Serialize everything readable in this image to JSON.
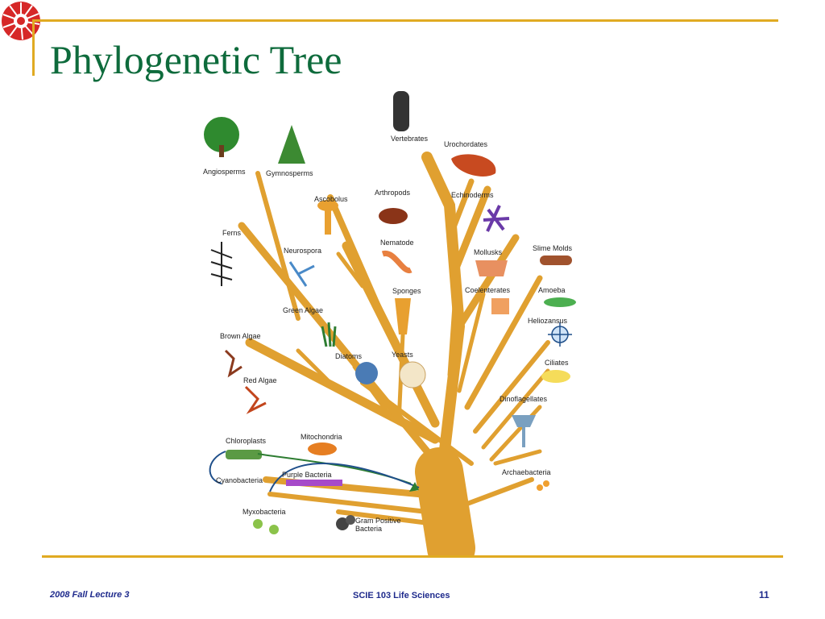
{
  "slide": {
    "title": "Phylogenetic Tree",
    "footer_left": "2008 Fall Lecture 3",
    "footer_center": "SCIE 103 Life Sciences",
    "page_number": "11"
  },
  "colors": {
    "title": "#0e6b3c",
    "rule": "#e0aa22",
    "footer": "#1e2a8c",
    "trunk": "#e0a030",
    "logo": "#d62828"
  },
  "tree_labels": {
    "vertebrates": "Vertebrates",
    "urochordates": "Urochordates",
    "angiosperms": "Angiosperms",
    "gymnosperms": "Gymnosperms",
    "ascobolus": "Ascobolus",
    "arthropods": "Arthropods",
    "echinoderms": "Echinoderms",
    "ferns": "Ferns",
    "neurospora": "Neurospora",
    "nematode": "Nematode",
    "mollusks": "Mollusks",
    "slime_molds": "Slime Molds",
    "green_algae": "Green Algae",
    "sponges": "Sponges",
    "coelenterates": "Coelenterates",
    "amoeba": "Amoeba",
    "heliozansus": "Heliozansus",
    "brown_algae": "Brown Algae",
    "diatoms": "Diatoms",
    "yeasts": "Yeasts",
    "ciliates": "Ciliates",
    "red_algae": "Red Algae",
    "dinoflagellates": "Dinoflagellates",
    "chloroplasts": "Chloroplasts",
    "mitochondria": "Mitochondria",
    "purple_bacteria": "Purple Bacteria",
    "cyanobacteria": "Cyanobacteria",
    "archaebacteria": "Archaebacteria",
    "myxobacteria": "Myxobacteria",
    "gram_positive_1": "Gram Positive",
    "gram_positive_2": "Bacteria"
  }
}
